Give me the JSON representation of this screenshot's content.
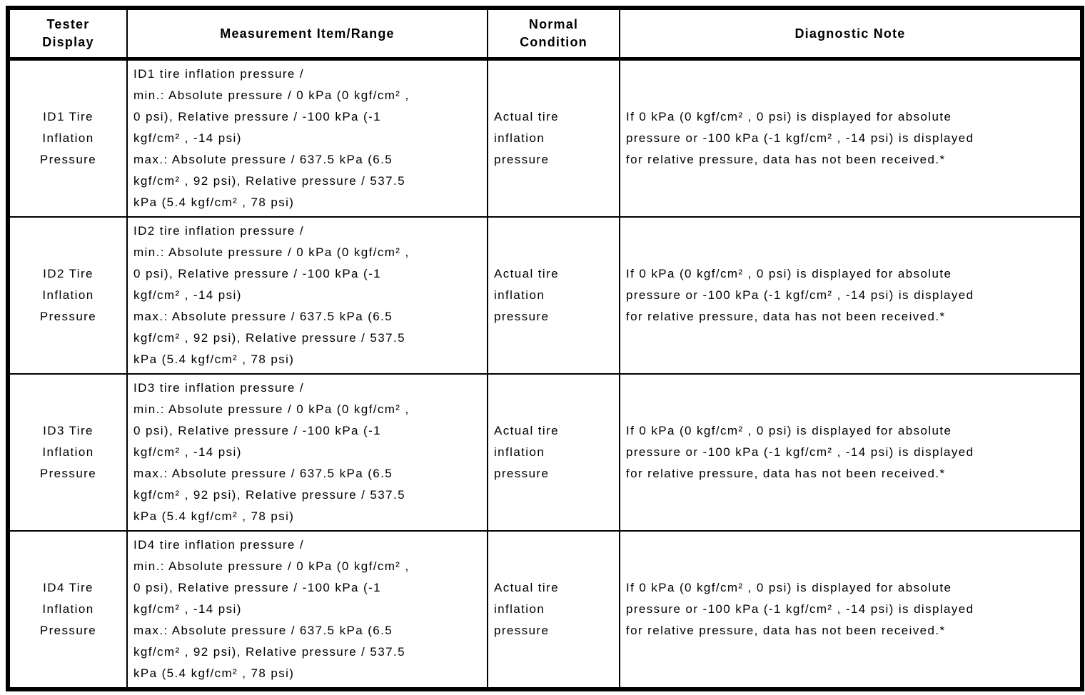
{
  "page": {
    "background_color": "#ffffff",
    "border_color": "#000000"
  },
  "table": {
    "columns": [
      {
        "key": "tester_display",
        "label_lines": [
          "Tester",
          "Display"
        ]
      },
      {
        "key": "measurement",
        "label_lines": [
          "Measurement Item/Range"
        ]
      },
      {
        "key": "normal_condition",
        "label_lines": [
          "Normal",
          "Condition"
        ]
      },
      {
        "key": "diagnostic_note",
        "label_lines": [
          "Diagnostic Note"
        ]
      }
    ],
    "rows": [
      {
        "tester_display": [
          "ID1 Tire",
          "Inflation",
          "Pressure"
        ],
        "measurement": [
          "ID1 tire inflation pressure /",
          "min.: Absolute pressure / 0 kPa (0 kgf/cm² ,",
          "0 psi), Relative pressure / -100 kPa (-1",
          "kgf/cm² , -14 psi)",
          "max.: Absolute pressure / 637.5 kPa (6.5",
          "kgf/cm² , 92 psi), Relative pressure / 537.5",
          "kPa (5.4 kgf/cm² , 78 psi)"
        ],
        "normal_condition": [
          "Actual tire",
          "inflation",
          "pressure"
        ],
        "diagnostic_note": [
          "If 0 kPa (0 kgf/cm² , 0 psi) is displayed for absolute",
          "pressure or -100 kPa (-1 kgf/cm² , -14 psi) is displayed",
          "for relative pressure, data has not been received.*"
        ]
      },
      {
        "tester_display": [
          "ID2 Tire",
          "Inflation",
          "Pressure"
        ],
        "measurement": [
          "ID2 tire inflation pressure /",
          "min.: Absolute pressure / 0 kPa (0 kgf/cm² ,",
          "0 psi), Relative pressure / -100 kPa (-1",
          "kgf/cm² , -14 psi)",
          "max.: Absolute pressure / 637.5 kPa (6.5",
          "kgf/cm² , 92 psi), Relative pressure / 537.5",
          "kPa (5.4 kgf/cm² , 78 psi)"
        ],
        "normal_condition": [
          "Actual tire",
          "inflation",
          "pressure"
        ],
        "diagnostic_note": [
          "If 0 kPa (0 kgf/cm² , 0 psi) is displayed for absolute",
          "pressure or -100 kPa (-1 kgf/cm² , -14 psi) is displayed",
          "for relative pressure, data has not been received.*"
        ]
      },
      {
        "tester_display": [
          "ID3 Tire",
          "Inflation",
          "Pressure"
        ],
        "measurement": [
          "ID3 tire inflation pressure /",
          "min.: Absolute pressure / 0 kPa (0 kgf/cm² ,",
          "0 psi), Relative pressure / -100 kPa (-1",
          "kgf/cm² , -14 psi)",
          "max.: Absolute pressure / 637.5 kPa (6.5",
          "kgf/cm² , 92 psi), Relative pressure / 537.5",
          "kPa (5.4 kgf/cm² , 78 psi)"
        ],
        "normal_condition": [
          "Actual tire",
          "inflation",
          "pressure"
        ],
        "diagnostic_note": [
          "If 0 kPa (0 kgf/cm² , 0 psi) is displayed for absolute",
          "pressure or -100 kPa (-1 kgf/cm² , -14 psi) is displayed",
          "for relative pressure, data has not been received.*"
        ]
      },
      {
        "tester_display": [
          "ID4 Tire",
          "Inflation",
          "Pressure"
        ],
        "measurement": [
          "ID4 tire inflation pressure /",
          "min.: Absolute pressure / 0 kPa (0 kgf/cm² ,",
          "0 psi), Relative pressure / -100 kPa (-1",
          "kgf/cm² , -14 psi)",
          "max.: Absolute pressure / 637.5 kPa (6.5",
          "kgf/cm² , 92 psi), Relative pressure / 537.5",
          "kPa (5.4 kgf/cm² , 78 psi)"
        ],
        "normal_condition": [
          "Actual tire",
          "inflation",
          "pressure"
        ],
        "diagnostic_note": [
          "If 0 kPa (0 kgf/cm² , 0 psi) is displayed for absolute",
          "pressure or -100 kPa (-1 kgf/cm² , -14 psi) is displayed",
          "for relative pressure, data has not been received.*"
        ]
      }
    ]
  }
}
